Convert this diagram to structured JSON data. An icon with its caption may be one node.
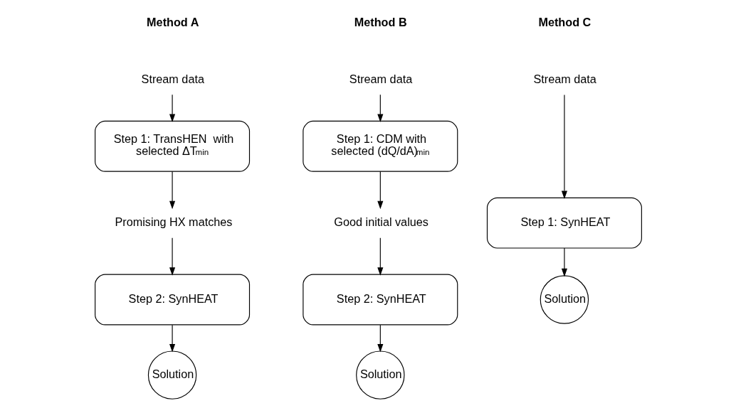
{
  "diagram": {
    "nodes": [
      {
        "text": [
          "Stream data"
        ]
      },
      {
        "text": [
          "Step 1: TransHEN  with selected ΔT$_{min}$"
        ]
      },
      {
        "text": [
          "Promising HX matches"
        ]
      },
      {
        "text": [
          "Step 2: SynHEAT"
        ]
      },
      {
        "text": [
          "Solution"
        ]
      },
      {
        "text": [
          "Stream data"
        ]
      },
      {
        "text": [
          "Step 1: CDM with selected (dQ/dA)$_{min}$"
        ]
      },
      {
        "text": [
          "Good initial values"
        ]
      },
      {
        "text": [
          "Step 2: SynHEAT"
        ]
      },
      {
        "text": [
          "Solution"
        ]
      },
      {
        "text": [
          "Stream data"
        ]
      },
      {
        "text": [
          "Step 1: SynHEAT"
        ]
      },
      {
        "text": [
          "Solution"
        ]
      }
    ],
    "edges": [
      {
        "from": 0,
        "to": 1,
        "arrow": "to"
      },
      {
        "from": 1,
        "to": 2,
        "arrow": "to"
      },
      {
        "from": 2,
        "to": 3,
        "arrow": "to"
      },
      {
        "from": 3,
        "to": 4,
        "arrow": "to"
      },
      {
        "from": 5,
        "to": 6,
        "arrow": "to"
      },
      {
        "from": 6,
        "to": 7,
        "arrow": "to"
      },
      {
        "from": 7,
        "to": 8,
        "arrow": "to"
      },
      {
        "from": 8,
        "to": 9,
        "arrow": "to"
      },
      {
        "from": 10,
        "to": 11,
        "arrow": "to"
      },
      {
        "from": 11,
        "to": 12,
        "arrow": "to"
      }
    ],
    "labels": [
      "Method A",
      "Method B",
      "Method C"
    ]
  }
}
